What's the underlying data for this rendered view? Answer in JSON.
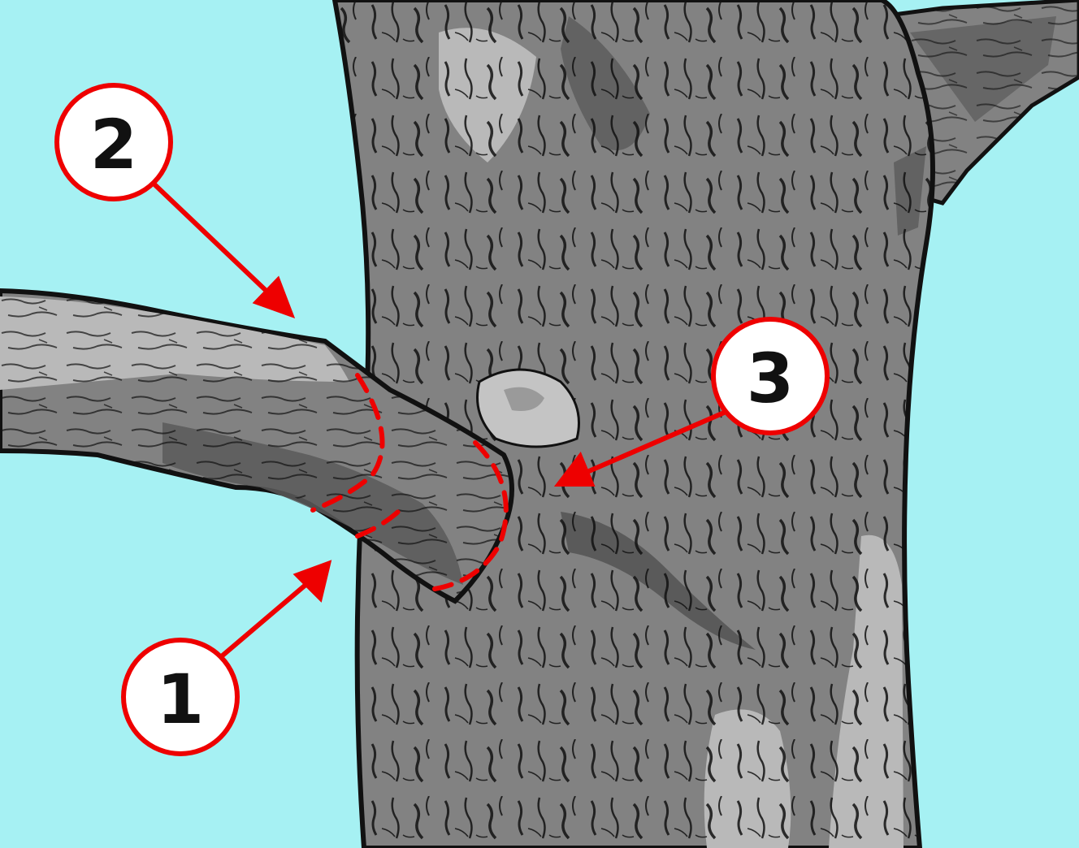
{
  "diagram": {
    "colors": {
      "sky": "#a6f1f3",
      "trunk": "#828282",
      "bark_light": "#b9b9b9",
      "bark_dark": "#5a5a5a",
      "outline": "#111111",
      "marker": "#ee0000",
      "label_fill": "#ffffff"
    },
    "callouts": [
      {
        "id": "1",
        "label": "1"
      },
      {
        "id": "2",
        "label": "2"
      },
      {
        "id": "3",
        "label": "3"
      }
    ]
  }
}
